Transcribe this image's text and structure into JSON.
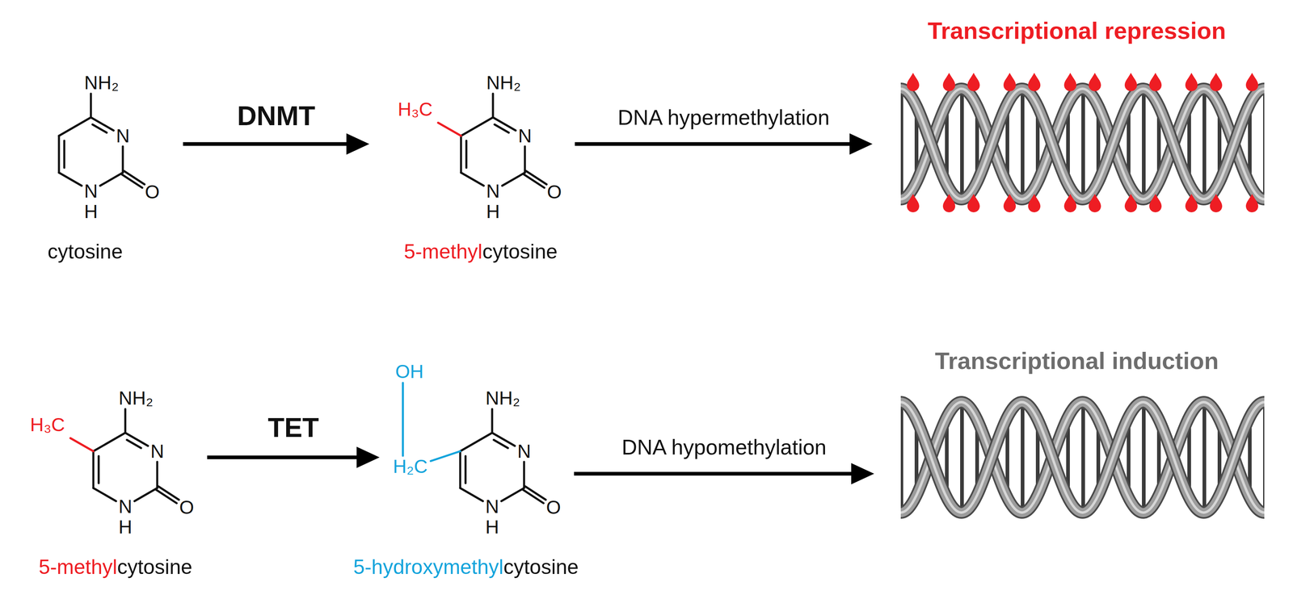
{
  "diagram": {
    "nodes": [
      {
        "text": [
          "NH₂",
          "N",
          "N",
          "H",
          "O",
          "cytosine"
        ]
      },
      {
        "text": [
          "H₃C",
          "NH₂",
          "N",
          "N",
          "H",
          "O",
          "5-methyl",
          "cytosine"
        ]
      },
      {
        "text": [
          "Transcriptional repression"
        ]
      },
      {
        "text": [
          "H₃C",
          "NH₂",
          "N",
          "N",
          "H",
          "O",
          "5-methyl",
          "cytosine"
        ]
      },
      {
        "text": [
          "OH",
          "H₂C",
          "NH₂",
          "N",
          "N",
          "H",
          "O",
          "5-hydroxymethyl",
          "cytosine"
        ]
      },
      {
        "text": [
          "Transcriptional induction"
        ]
      }
    ],
    "edges": [
      {
        "from": 0,
        "to": 1,
        "arrow": "to",
        "label": "DNMT"
      },
      {
        "from": 1,
        "to": 2,
        "arrow": "to",
        "label": "DNA hypermethylation"
      },
      {
        "from": 3,
        "to": 4,
        "arrow": "to",
        "label": "TET"
      },
      {
        "from": 4,
        "to": 5,
        "arrow": "to",
        "label": "DNA hypomethylation"
      }
    ]
  }
}
